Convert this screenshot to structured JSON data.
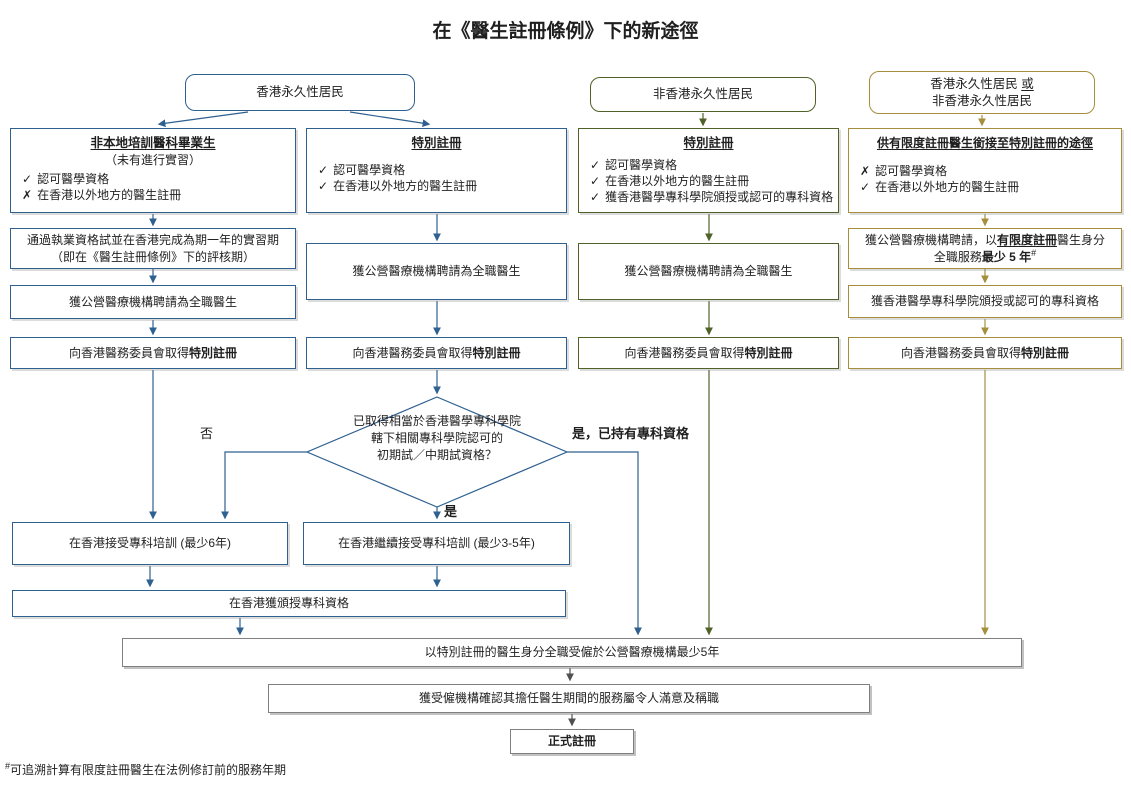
{
  "title": "在《醫生註冊條例》下的新途徑",
  "colors": {
    "blue": "#2e6090",
    "green": "#4f6228",
    "gold": "#a58f3d",
    "grey": "#7f7f7f"
  },
  "headers": {
    "hk_resident": "香港永久性居民",
    "non_hk_resident": "非香港永久性居民",
    "either_line1_pre": "香港永久性居民 ",
    "either_or": "或",
    "either_line2": "非香港永久性居民"
  },
  "c1": {
    "title": "非本地培訓醫科畢業生",
    "subtitle": "（未有進行實習）",
    "crit1_mark": "✓",
    "crit1": "認可醫學資格",
    "crit2_mark": "✗",
    "crit2": "在香港以外地方的醫生註冊",
    "exam_line1": "通過執業資格試並在香港完成為期一年的實習期",
    "exam_line2": "（即在《醫生註冊條例》下的評核期）",
    "employ": "獲公營醫療機構聘請為全職醫生",
    "reg_prefix": "向香港醫務委員會取得",
    "reg_bold": "特別註冊"
  },
  "c2": {
    "title": "特別註冊",
    "crit1_mark": "✓",
    "crit1": "認可醫學資格",
    "crit2_mark": "✓",
    "crit2": "在香港以外地方的醫生註冊",
    "employ": "獲公營醫療機構聘請為全職醫生",
    "reg_prefix": "向香港醫務委員會取得",
    "reg_bold": "特別註冊"
  },
  "c3": {
    "title": "特別註冊",
    "crit1_mark": "✓",
    "crit1": "認可醫學資格",
    "crit2_mark": "✓",
    "crit2": "在香港以外地方的醫生註冊",
    "crit3_mark": "✓",
    "crit3": "獲香港醫學專科學院頒授或認可的專科資格",
    "employ": "獲公營醫療機構聘請為全職醫生",
    "reg_prefix": "向香港醫務委員會取得",
    "reg_bold": "特別註冊"
  },
  "c4": {
    "title": "供有限度註冊醫生銜接至特別註冊的途徑",
    "crit1_mark": "✗",
    "crit1": "認可醫學資格",
    "crit2_mark": "✓",
    "crit2": "在香港以外地方的醫生註冊",
    "serve_p1": "獲公營醫療機構聘請，以",
    "serve_u": "有限度註冊",
    "serve_p2": "醫生身分",
    "serve_line2_pre": "全職服務",
    "serve_line2_bold": "最少 5 年",
    "serve_sup": "#",
    "fellow": "獲香港醫學專科學院頒授或認可的專科資格",
    "reg_prefix": "向香港醫務委員會取得",
    "reg_bold": "特別註冊"
  },
  "decision": {
    "line1": "已取得相當於香港醫學專科學院",
    "line2": "轄下相關專科學院認可的",
    "line3": "初期試／中期試資格？",
    "no": "否",
    "yes": "是",
    "yes_specialist": "是，已持有專科資格"
  },
  "training": {
    "six_years": "在香港接受專科培訓 (最少6年)",
    "three_five_years": "在香港繼續接受專科培訓 (最少3-5年)",
    "qualification": "在香港獲頒授專科資格"
  },
  "final": {
    "employment": "以特別註冊的醫生身分全職受僱於公營醫療機構最少5年",
    "confirmation": "獲受僱機構確認其擔任醫生期間的服務屬令人滿意及稱職",
    "full_reg": "正式註冊"
  },
  "footnote": {
    "sup": "#",
    "text": "可追溯計算有限度註冊醫生在法例修訂前的服務年期"
  }
}
